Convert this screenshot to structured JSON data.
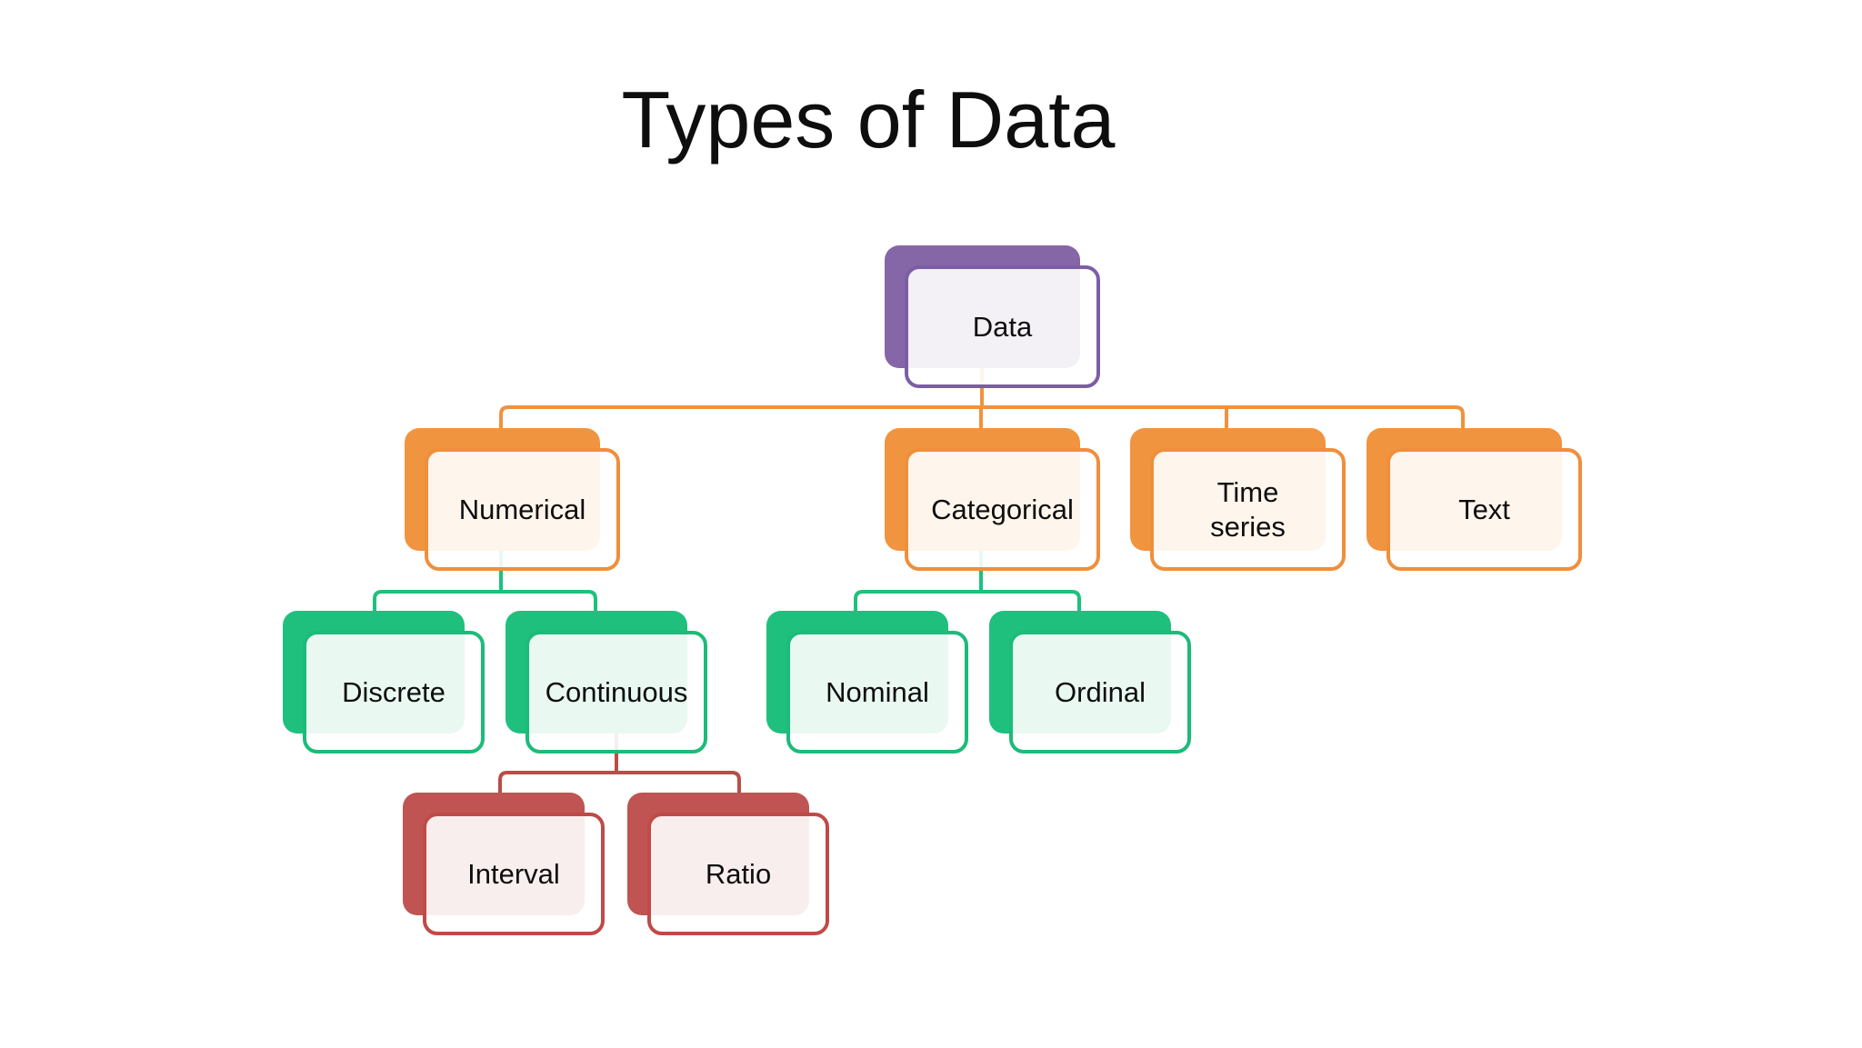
{
  "title": "Types of Data",
  "palette": {
    "background": "#FFFFFF",
    "text": "#0E0E0E",
    "purple": "#8566A6",
    "purple_border": "#7C5EA6",
    "orange": "#F1943F",
    "orange_border": "#EF8F3C",
    "orange_line": "#F0923E",
    "green": "#1FC07D",
    "green_border": "#1CBB79",
    "green_line": "#1FC07D",
    "red": "#C05452",
    "red_border": "#BE4B48",
    "red_line": "#BE4B48"
  },
  "nodes": {
    "data": {
      "label": "Data",
      "color": "purple",
      "parent": null
    },
    "numerical": {
      "label": "Numerical",
      "color": "orange",
      "parent": "data"
    },
    "categorical": {
      "label": "Categorical",
      "color": "orange",
      "parent": "data"
    },
    "timeseries": {
      "label": "Time series",
      "color": "orange",
      "parent": "data"
    },
    "text": {
      "label": "Text",
      "color": "orange",
      "parent": "data"
    },
    "discrete": {
      "label": "Discrete",
      "color": "green",
      "parent": "numerical"
    },
    "continuous": {
      "label": "Continuous",
      "color": "green",
      "parent": "numerical"
    },
    "nominal": {
      "label": "Nominal",
      "color": "green",
      "parent": "categorical"
    },
    "ordinal": {
      "label": "Ordinal",
      "color": "green",
      "parent": "categorical"
    },
    "interval": {
      "label": "Interval",
      "color": "red",
      "parent": "continuous"
    },
    "ratio": {
      "label": "Ratio",
      "color": "red",
      "parent": "continuous"
    }
  },
  "hierarchy": {
    "Data": {
      "Numerical": {
        "Discrete": {},
        "Continuous": {
          "Interval": {},
          "Ratio": {}
        }
      },
      "Categorical": {
        "Nominal": {},
        "Ordinal": {}
      },
      "Time series": {},
      "Text": {}
    }
  }
}
